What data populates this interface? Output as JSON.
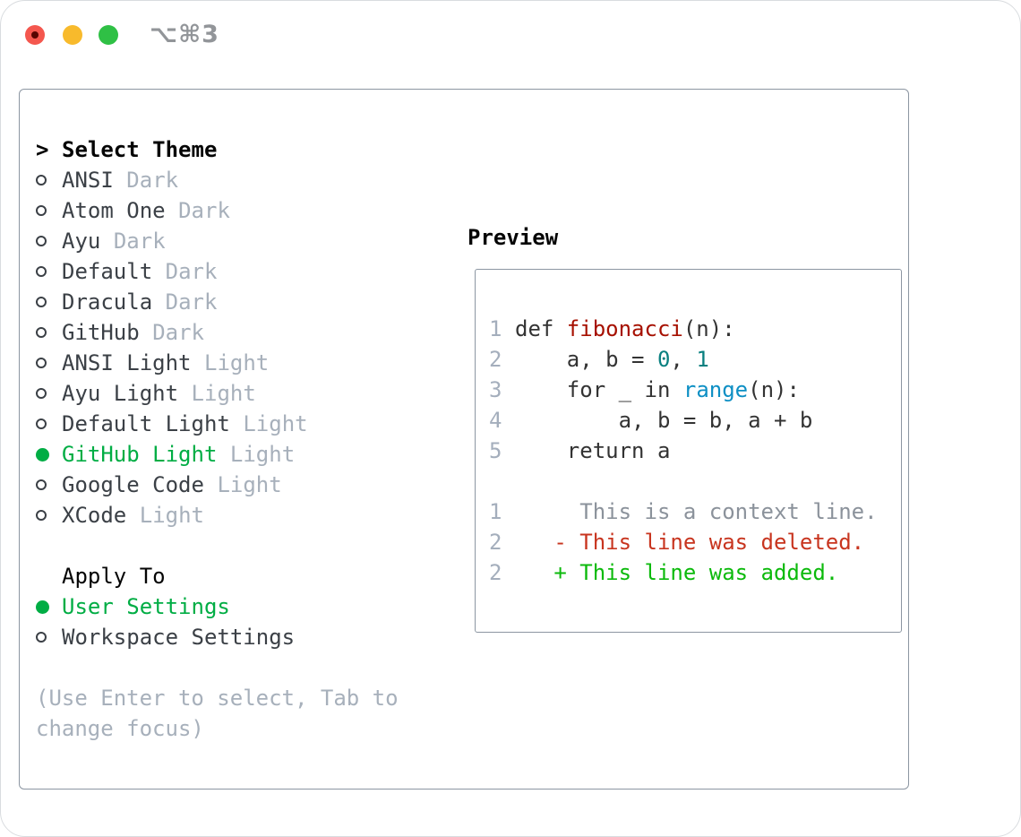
{
  "window": {
    "title": "⌥⌘3"
  },
  "panel": {
    "theme_list": {
      "prompt": ">",
      "header": "Select Theme",
      "items": [
        {
          "name": "ANSI",
          "tag": "Dark",
          "selected": false
        },
        {
          "name": "Atom One",
          "tag": "Dark",
          "selected": false
        },
        {
          "name": "Ayu",
          "tag": "Dark",
          "selected": false
        },
        {
          "name": "Default",
          "tag": "Dark",
          "selected": false
        },
        {
          "name": "Dracula",
          "tag": "Dark",
          "selected": false
        },
        {
          "name": "GitHub",
          "tag": "Dark",
          "selected": false
        },
        {
          "name": "ANSI Light",
          "tag": "Light",
          "selected": false
        },
        {
          "name": "Ayu Light",
          "tag": "Light",
          "selected": false
        },
        {
          "name": "Default Light",
          "tag": "Light",
          "selected": false
        },
        {
          "name": "GitHub Light",
          "tag": "Light",
          "selected": true
        },
        {
          "name": "Google Code",
          "tag": "Light",
          "selected": false
        },
        {
          "name": "XCode",
          "tag": "Light",
          "selected": false
        }
      ]
    },
    "apply_to": {
      "header": "Apply To",
      "options": [
        {
          "name": "User Settings",
          "selected": true
        },
        {
          "name": "Workspace Settings",
          "selected": false
        }
      ]
    },
    "help_lines": [
      "(Use Enter to select, Tab to",
      "change focus)"
    ]
  },
  "preview": {
    "header": "Preview",
    "code": [
      {
        "num": "1",
        "segments": [
          {
            "text": "def ",
            "style": "keyword"
          },
          {
            "text": "fibonacci",
            "style": "function"
          },
          {
            "text": "(n):",
            "style": "plain"
          }
        ]
      },
      {
        "num": "2",
        "segments": [
          {
            "text": "    a, b = ",
            "style": "plain"
          },
          {
            "text": "0",
            "style": "number"
          },
          {
            "text": ", ",
            "style": "plain"
          },
          {
            "text": "1",
            "style": "number"
          }
        ]
      },
      {
        "num": "3",
        "segments": [
          {
            "text": "    ",
            "style": "plain"
          },
          {
            "text": "for",
            "style": "keyword"
          },
          {
            "text": " _ ",
            "style": "plain"
          },
          {
            "text": "in",
            "style": "keyword"
          },
          {
            "text": " ",
            "style": "plain"
          },
          {
            "text": "range",
            "style": "builtin"
          },
          {
            "text": "(n):",
            "style": "plain"
          }
        ]
      },
      {
        "num": "4",
        "segments": [
          {
            "text": "        a, b = b, a + b",
            "style": "plain"
          }
        ]
      },
      {
        "num": "5",
        "segments": [
          {
            "text": "    ",
            "style": "plain"
          },
          {
            "text": "return",
            "style": "keyword"
          },
          {
            "text": " a",
            "style": "plain"
          }
        ]
      }
    ],
    "diff": [
      {
        "num": "1",
        "text": "     This is a context line.",
        "type": "context"
      },
      {
        "num": "2",
        "text": "   - This line was deleted.",
        "type": "deleted"
      },
      {
        "num": "2",
        "text": "   + This line was added.",
        "type": "added"
      }
    ]
  },
  "colors": {
    "selection_green": "#00ad44",
    "diff_added_green": "#0cba0c",
    "diff_deleted_red": "#c8351f",
    "diff_context_gray": "#8b929b",
    "code_function_red": "#a61000",
    "code_number_teal": "#0a8080",
    "code_builtin_blue": "#0d8fc4",
    "muted_gray": "#a7b0bb",
    "border_gray": "#8c96a2",
    "traffic_red": "#f4574e",
    "traffic_yellow": "#f8ba2c",
    "traffic_green": "#2fc045"
  }
}
